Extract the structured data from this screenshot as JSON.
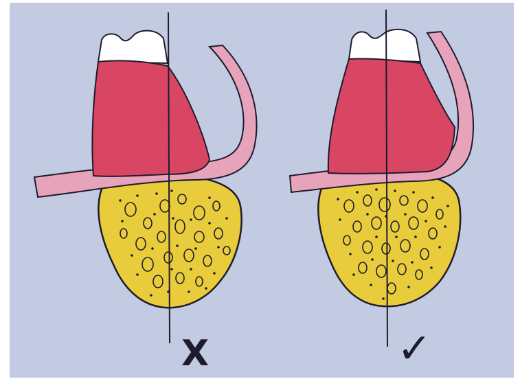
{
  "slide": {
    "background_color": "#c3cbe3",
    "panels": [
      {
        "id": "incorrect",
        "mark_text": "X",
        "mark_icon": "cross-mark-icon"
      },
      {
        "id": "correct",
        "mark_text": "✓",
        "mark_icon": "check-mark-icon"
      }
    ]
  },
  "colors": {
    "tooth_crown": "#ffffff",
    "red_restoration": "#d94663",
    "bone": "#e8cc3c",
    "gingiva": "#e6a3ba",
    "outline": "#1d1b2c"
  }
}
